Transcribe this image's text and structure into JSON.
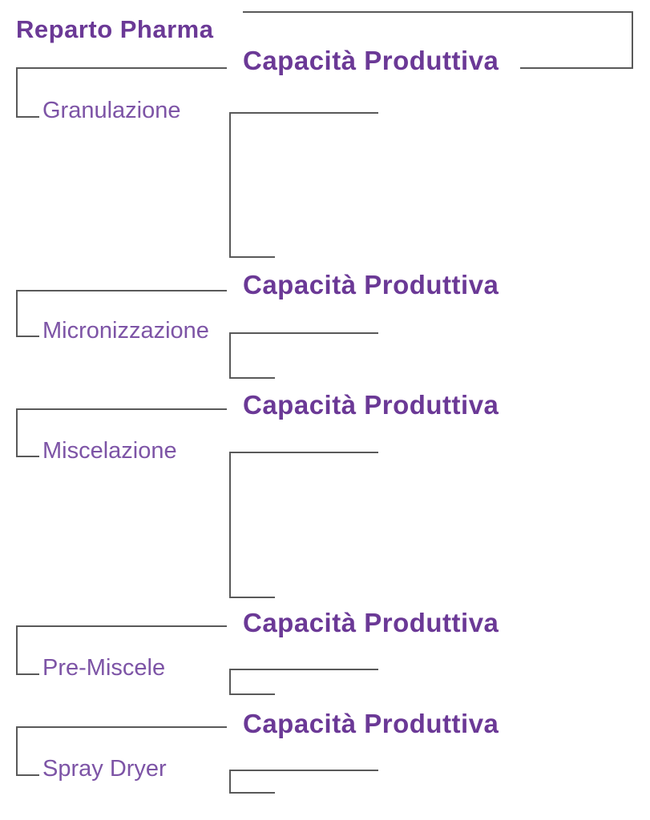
{
  "diagram": {
    "root": {
      "label": "Reparto Pharma"
    },
    "branches": [
      {
        "label": "Granulazione",
        "capacity_heading": "Capacità Produttiva"
      },
      {
        "label": "Micronizzazione",
        "capacity_heading": "Capacità Produttiva"
      },
      {
        "label": "Miscelazione",
        "capacity_heading": "Capacità Produttiva"
      },
      {
        "label": "Pre-Miscele",
        "capacity_heading": "Capacità Produttiva"
      },
      {
        "label": "Spray Dryer",
        "capacity_heading": "Capacità Produttiva"
      }
    ]
  },
  "colors": {
    "heading_purple": "#6B3996",
    "label_purple": "#7D54A6",
    "connector_gray": "#595959",
    "node_background": "#FFFFFF",
    "page_background": "#FFFFFF"
  }
}
